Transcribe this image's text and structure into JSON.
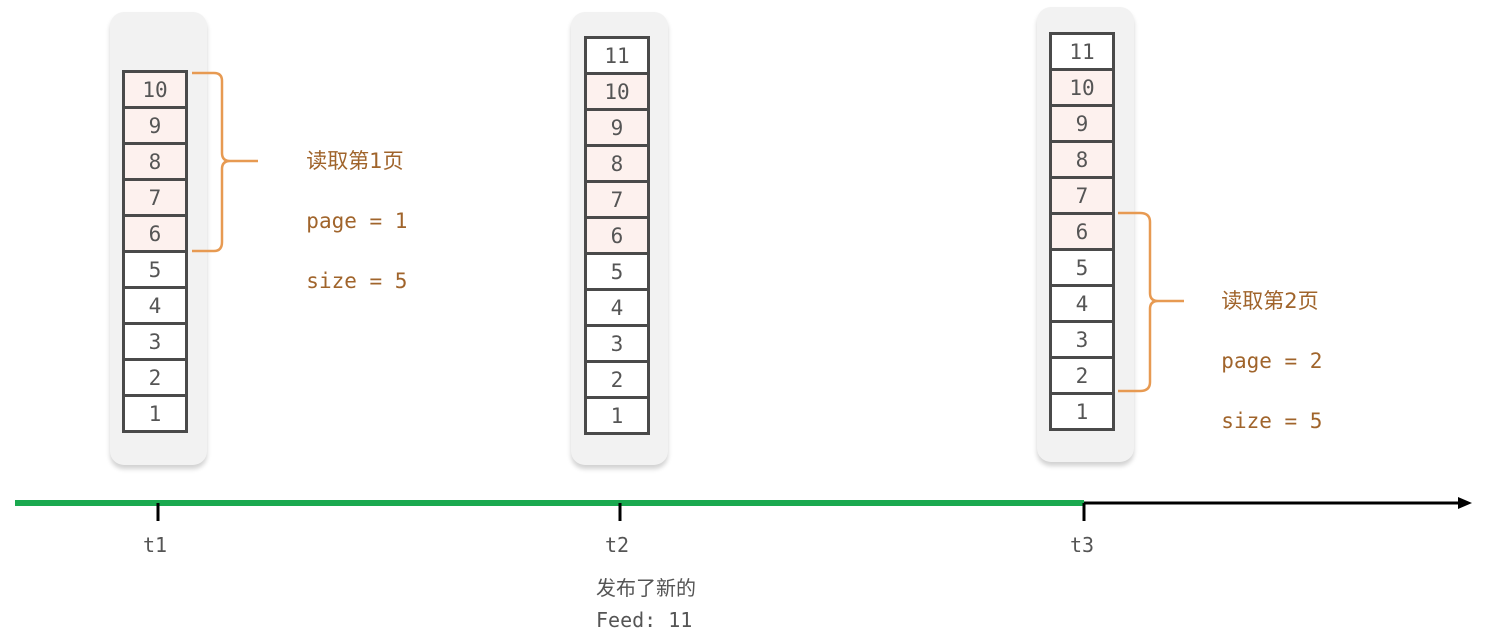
{
  "colors": {
    "timeline_elapsed": "#1aa94f",
    "timeline_future": "#000000",
    "bracket": "#e79a52",
    "label_text": "#a0642b",
    "cell_highlight": "#fdf1ee",
    "cell_border": "#4a4a4a",
    "card_bg": "#f2f2f2"
  },
  "snapshots": [
    {
      "time_label": "t1",
      "items": [
        {
          "value": "10",
          "highlight": true
        },
        {
          "value": "9",
          "highlight": true
        },
        {
          "value": "8",
          "highlight": true
        },
        {
          "value": "7",
          "highlight": true
        },
        {
          "value": "6",
          "highlight": true
        },
        {
          "value": "5",
          "highlight": false
        },
        {
          "value": "4",
          "highlight": false
        },
        {
          "value": "3",
          "highlight": false
        },
        {
          "value": "2",
          "highlight": false
        },
        {
          "value": "1",
          "highlight": false
        }
      ],
      "bracket_label": {
        "title": "读取第1页",
        "line1": "page = 1",
        "line2": "size = 5"
      }
    },
    {
      "time_label": "t2",
      "items": [
        {
          "value": "11",
          "highlight": false
        },
        {
          "value": "10",
          "highlight": true
        },
        {
          "value": "9",
          "highlight": true
        },
        {
          "value": "8",
          "highlight": true
        },
        {
          "value": "7",
          "highlight": true
        },
        {
          "value": "6",
          "highlight": true
        },
        {
          "value": "5",
          "highlight": false
        },
        {
          "value": "4",
          "highlight": false
        },
        {
          "value": "3",
          "highlight": false
        },
        {
          "value": "2",
          "highlight": false
        },
        {
          "value": "1",
          "highlight": false
        }
      ],
      "note": {
        "line1": "发布了新的",
        "line2": "Feed: 11"
      }
    },
    {
      "time_label": "t3",
      "items": [
        {
          "value": "11",
          "highlight": false
        },
        {
          "value": "10",
          "highlight": true
        },
        {
          "value": "9",
          "highlight": true
        },
        {
          "value": "8",
          "highlight": true
        },
        {
          "value": "7",
          "highlight": true
        },
        {
          "value": "6",
          "highlight": true
        },
        {
          "value": "5",
          "highlight": false
        },
        {
          "value": "4",
          "highlight": false
        },
        {
          "value": "3",
          "highlight": false
        },
        {
          "value": "2",
          "highlight": false
        },
        {
          "value": "1",
          "highlight": false
        }
      ],
      "bracket_label": {
        "title": "读取第2页",
        "line1": "page = 2",
        "line2": "size = 5"
      }
    }
  ]
}
